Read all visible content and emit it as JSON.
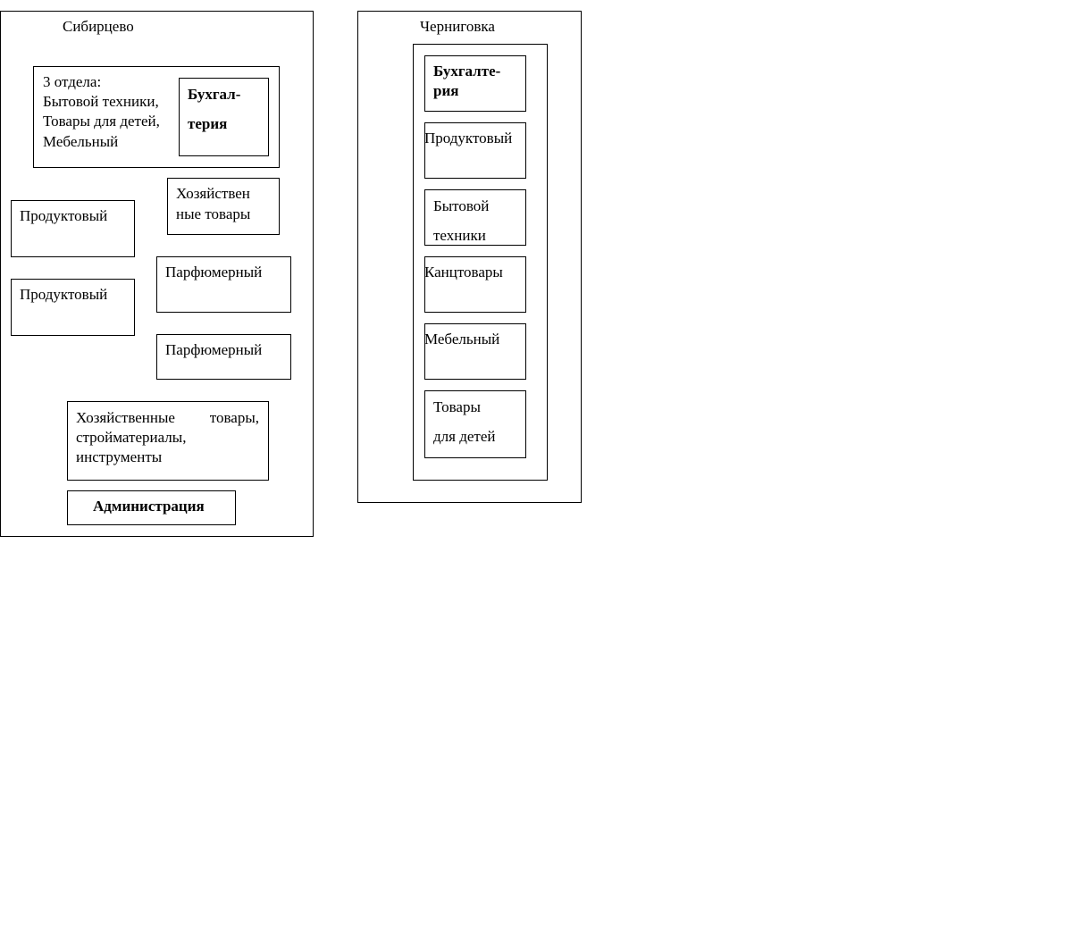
{
  "sibirtsevo": {
    "title": "Сибирцево",
    "three_departments": {
      "line1": "3 отдела:",
      "line2": "Бытовой техники,",
      "line3": "Товары для детей,",
      "line4": "Мебельный"
    },
    "accounting": {
      "line1": "Бухгал-",
      "line2": "терия"
    },
    "household_goods": {
      "line1": "Хозяйствен",
      "line2": "ные товары"
    },
    "grocery_1": "Продуктовый",
    "grocery_2": "Продуктовый",
    "perfume_1": "Парфюмерный",
    "perfume_2": "Парфюмерный",
    "hardware": {
      "line1": "Хозяйственные товары,",
      "line2": "стройматериалы,",
      "line3": "инструменты"
    },
    "administration": "Администрация"
  },
  "chernigovka": {
    "title": "Черниговка",
    "accounting": {
      "line1": "Бухгалте-",
      "line2": "рия"
    },
    "grocery": "Продуктовый",
    "appliances": {
      "line1": "Бытовой",
      "line2": "техники"
    },
    "stationery": "Канцтовары",
    "furniture": "Мебельный",
    "kids_goods": {
      "line1": "Товары",
      "line2": "для детей"
    }
  }
}
